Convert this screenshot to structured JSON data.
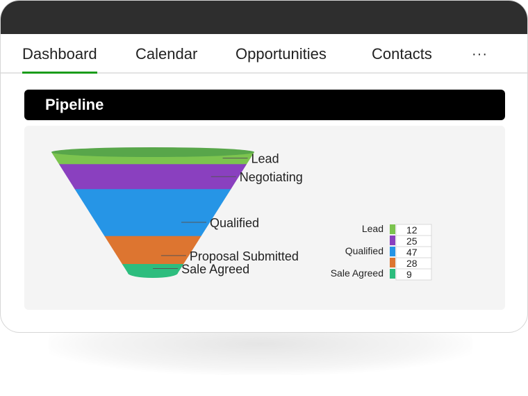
{
  "tabs": [
    {
      "label": "Dashboard",
      "active": true
    },
    {
      "label": "Calendar",
      "active": false
    },
    {
      "label": "Opportunities",
      "active": false
    },
    {
      "label": "Contacts",
      "active": false
    }
  ],
  "more_menu": "···",
  "section": {
    "title": "Pipeline"
  },
  "colors": {
    "accent": "#1a9c1a",
    "topbar": "#2e2e2e",
    "lead": "#7cc44f",
    "negotiating": "#8a40bf",
    "qualified": "#2695e6",
    "proposal_submitted": "#dd7530",
    "sale_agreed": "#2dbd7e"
  },
  "chart_data": {
    "type": "funnel",
    "categories": [
      "Lead",
      "Negotiating",
      "Qualified",
      "Proposal Submitted",
      "Sale Agreed"
    ],
    "values": [
      12,
      25,
      47,
      28,
      9
    ],
    "legend_labels": [
      "Lead",
      "",
      "Qualified",
      "",
      "Sale Agreed"
    ],
    "legend_placement": "right"
  }
}
